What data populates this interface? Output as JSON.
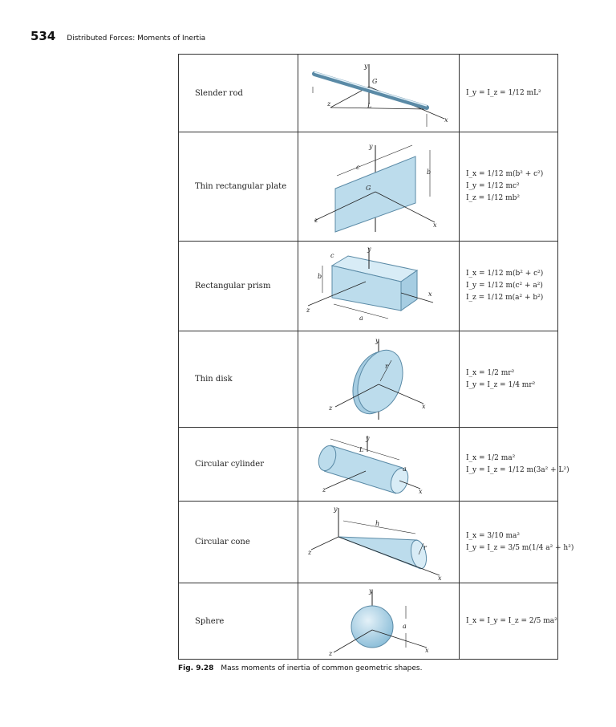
{
  "header": {
    "page_number": "534",
    "running_head": "Distributed Forces: Moments of Inertia"
  },
  "rows": [
    {
      "name": "Slender rod",
      "formulas": [
        "I_y = I_z = 1/12 mL²"
      ],
      "labels": {
        "y": "y",
        "z": "z",
        "x": "x",
        "G": "G",
        "L": "L"
      }
    },
    {
      "name": "Thin rectangular plate",
      "formulas": [
        "I_x = 1/12 m(b² + c²)",
        "I_y = 1/12 mc²",
        "I_z = 1/12 mb²"
      ],
      "labels": {
        "y": "y",
        "z": "z",
        "x": "x",
        "G": "G",
        "b": "b",
        "c": "c"
      }
    },
    {
      "name": "Rectangular prism",
      "formulas": [
        "I_x = 1/12 m(b² + c²)",
        "I_y = 1/12 m(c² + a²)",
        "I_z = 1/12 m(a² + b²)"
      ],
      "labels": {
        "y": "y",
        "z": "z",
        "x": "x",
        "a": "a",
        "b": "b",
        "c": "c"
      }
    },
    {
      "name": "Thin disk",
      "formulas": [
        "I_x = 1/2 mr²",
        "I_y = I_z = 1/4 mr²"
      ],
      "labels": {
        "y": "y",
        "z": "z",
        "x": "x",
        "r": "r"
      }
    },
    {
      "name": "Circular cylinder",
      "formulas": [
        "I_x = 1/2 ma²",
        "I_y = I_z = 1/12 m(3a² + L²)"
      ],
      "labels": {
        "y": "y",
        "z": "z",
        "x": "x",
        "L": "L",
        "a": "a"
      }
    },
    {
      "name": "Circular cone",
      "formulas": [
        "I_x = 3/10 ma²",
        "I_y = I_z = 3/5 m(1/4 a² + h²)"
      ],
      "labels": {
        "y": "y",
        "z": "z",
        "x": "x",
        "h": "h",
        "r": "r"
      }
    },
    {
      "name": "Sphere",
      "formulas": [
        "I_x = I_y = I_z = 2/5 ma²"
      ],
      "labels": {
        "y": "y",
        "z": "z",
        "x": "x",
        "a": "a"
      }
    }
  ],
  "caption": {
    "label": "Fig. 9.28",
    "text": "Mass moments of inertia of common geometric shapes."
  },
  "colors": {
    "shape_fill": "#bcdcec",
    "shape_stroke": "#5a8aa6",
    "line": "#222222"
  }
}
